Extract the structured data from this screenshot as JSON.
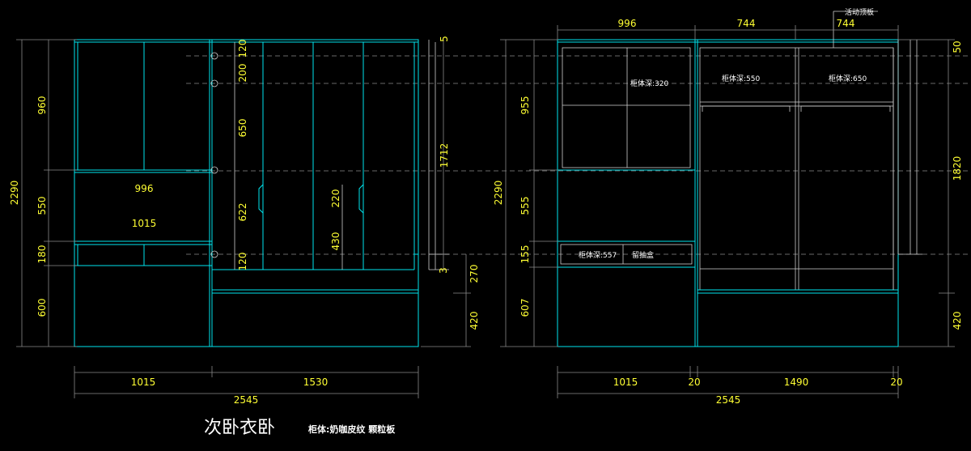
{
  "title": "次卧衣卧",
  "material_note": "柜体:奶咖皮纹 颗粒板",
  "left_elevation": {
    "dims_left_outer": "2290",
    "dims_left_inner": [
      "960",
      "550",
      "180",
      "600"
    ],
    "dims_bottom": [
      "1015",
      "1530"
    ],
    "dims_bottom_total": "2545",
    "dim_drawer_width": "996",
    "dim_shelf_width": "1015",
    "dims_mid_column": [
      "120",
      "200",
      "650",
      "622",
      "120"
    ],
    "dims_handle": [
      "220",
      "430"
    ],
    "dim_right_tall": "1712",
    "dim_right_top": "5",
    "dim_right_small": "3",
    "dims_right_bottom": [
      "270",
      "420"
    ]
  },
  "right_elevation": {
    "dims_top": [
      "996",
      "744",
      "744"
    ],
    "note_top": "活动顶板",
    "dims_left_outer": "2290",
    "dims_left_inner": [
      "955",
      "555",
      "155",
      "607"
    ],
    "dims_right": [
      "50",
      "1820",
      "420"
    ],
    "dims_bottom": [
      "1015",
      "20",
      "1490",
      "20"
    ],
    "dims_bottom_total": "2545",
    "notes": [
      "柜体深:320",
      "柜体深:550",
      "柜体深:650",
      "柜体深:557",
      "留抽盒"
    ]
  }
}
